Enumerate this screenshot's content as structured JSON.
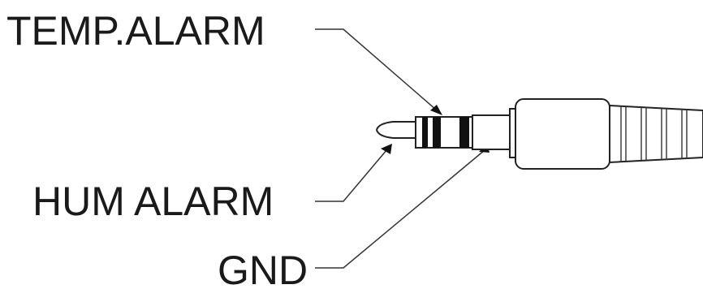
{
  "labels": {
    "temp_alarm": "TEMP.ALARM",
    "hum_alarm": "HUM ALARM",
    "gnd": "GND"
  },
  "colors": {
    "ink": "#1a1a1a",
    "band": "#111111",
    "background": "#ffffff"
  }
}
